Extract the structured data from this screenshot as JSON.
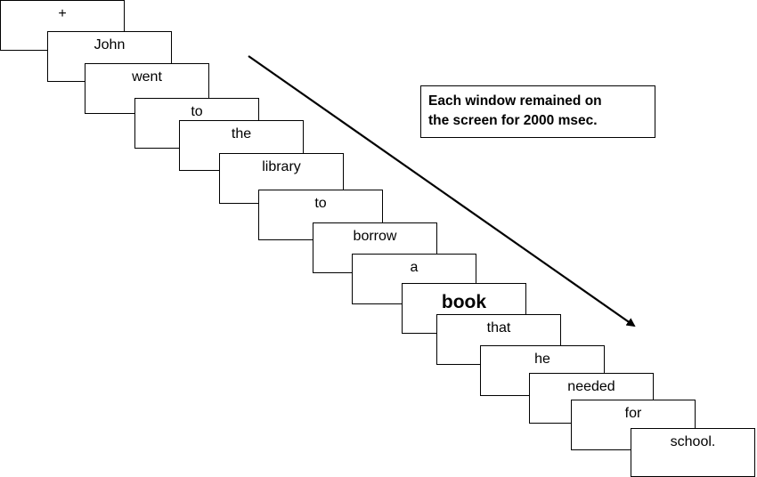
{
  "sequence": {
    "words": [
      "+",
      "John",
      "went",
      "to",
      "the",
      "library",
      "to",
      "borrow",
      "a",
      "book",
      "that",
      "he",
      "needed",
      "for",
      "school."
    ],
    "emphasized_word": "book"
  },
  "note": {
    "line1": "Each window remained on",
    "line2": "the screen for 2000 msec."
  },
  "colors": {
    "stroke": "#000000",
    "background": "#ffffff"
  }
}
